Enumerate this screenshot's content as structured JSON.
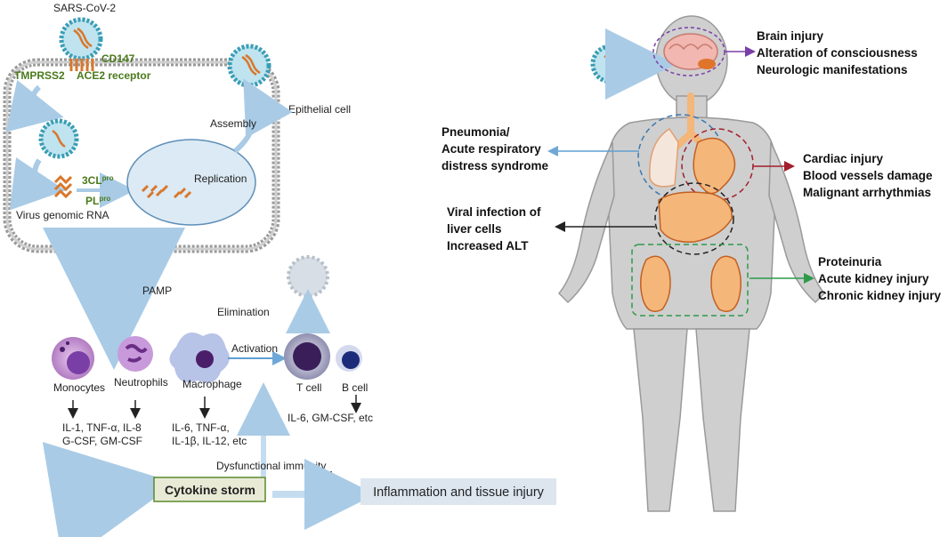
{
  "colors": {
    "virus_ring": "#3a9db5",
    "virus_inner": "#bfe4ef",
    "rna": "#d9772b",
    "receptor_text": "#4a7a1c",
    "cell_membrane": "#9a9a9a",
    "nucleus_fill": "#dbeaf4",
    "arrow_light": "#a9cbe6",
    "body_fill": "#cfcfcf",
    "organ_fill": "#f5b67a",
    "brain_circle": "#7a3fa6",
    "lung_circle": "#3b78b0",
    "heart_circle": "#a31f2d",
    "liver_circle": "#222222",
    "kidney_box": "#2e9a4a",
    "storm_fill": "#e8ead6",
    "storm_border": "#5a8a2a",
    "inflammation_fill": "#dde6ef"
  },
  "viral_entry": {
    "virus_label": "SARS-CoV-2",
    "cd147": "CD147",
    "tmprss2": "TMPRSS2",
    "ace2": "ACE2 receptor",
    "epithelial": "Epithelial cell",
    "assembly": "Assembly",
    "replication": "Replication",
    "protease_3cl": "3CL",
    "protease_pl": "PL",
    "pro_sup": "pro",
    "genomic_rna": "Virus genomic RNA"
  },
  "immune": {
    "pamp": "PAMP",
    "elimination": "Elimination",
    "activation": "Activation",
    "monocytes": "Monocytes",
    "neutrophils": "Neutrophils",
    "macrophage": "Macrophage",
    "t_cell": "T cell",
    "b_cell": "B cell",
    "cytokines_mono_1": "IL-1, TNF-α, IL-8",
    "cytokines_mono_2": "G-CSF, GM-CSF",
    "cytokines_macro_1": "IL-6, TNF-α,",
    "cytokines_macro_2": "IL-1β, IL-12, etc",
    "cytokines_b": "IL-6, GM-CSF, etc",
    "dysfunctional": "Dysfunctional immunity",
    "cytokine_storm": "Cytokine storm",
    "inflammation": "Inflammation and tissue injury"
  },
  "organs": {
    "brain": [
      "Brain injury",
      "Alteration of consciousness",
      "Neurologic manifestations"
    ],
    "lung": [
      "Pneumonia/",
      "Acute respiratory",
      "distress syndrome"
    ],
    "heart": [
      "Cardiac injury",
      "Blood vessels damage",
      "Malignant arrhythmias"
    ],
    "liver": [
      "Viral infection of",
      "liver cells",
      "Increased ALT"
    ],
    "kidney": [
      "Proteinuria",
      "Acute kidney injury",
      "Chronic kidney injury"
    ]
  }
}
